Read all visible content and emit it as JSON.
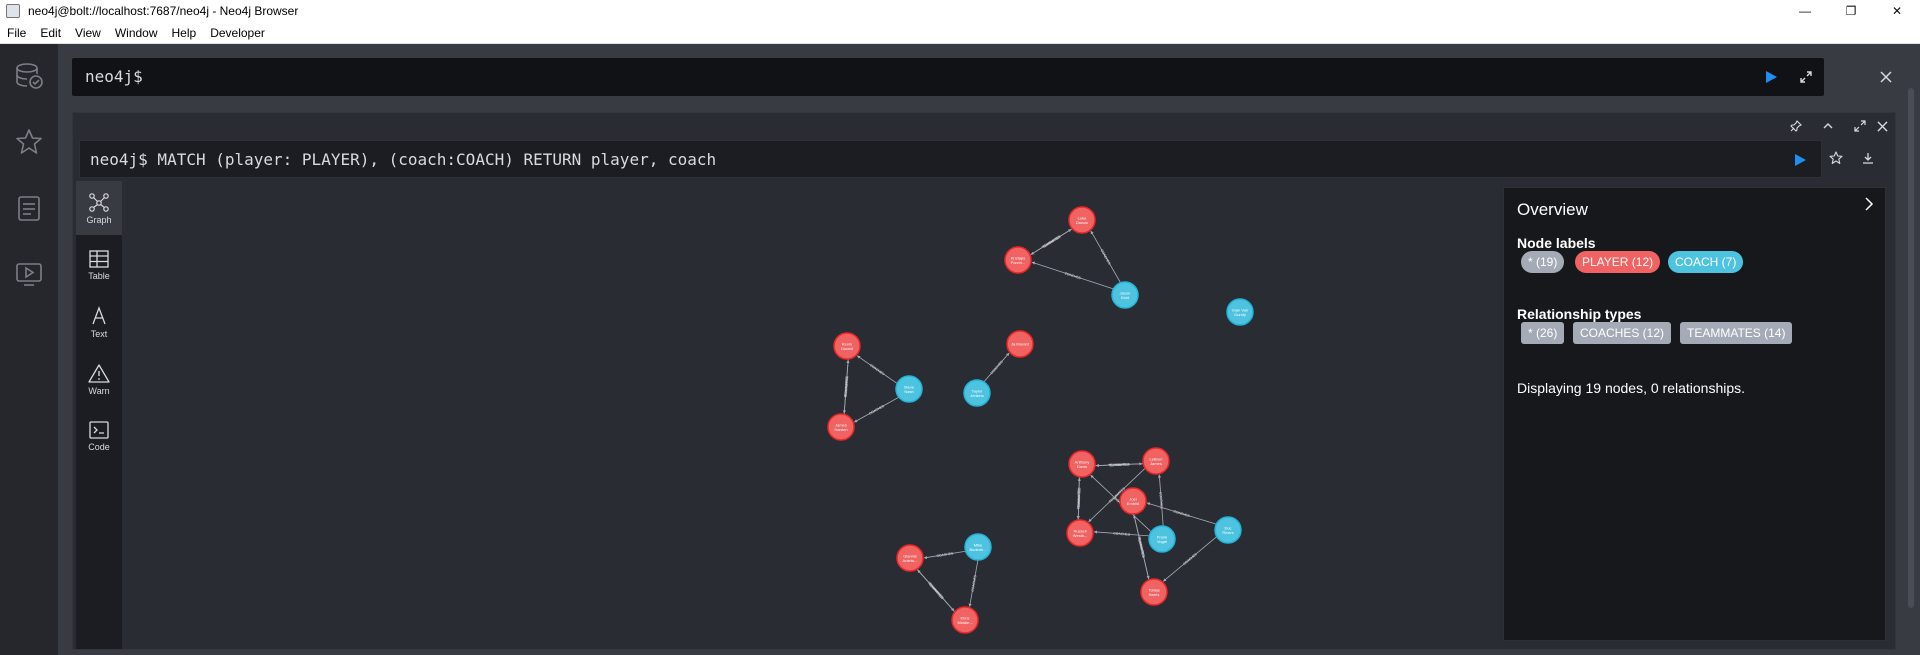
{
  "window": {
    "title": "neo4j@bolt://localhost:7687/neo4j - Neo4j Browser",
    "minimize": "—",
    "maximize": "❐",
    "close": "✕"
  },
  "menu": [
    "File",
    "Edit",
    "View",
    "Window",
    "Help",
    "Developer"
  ],
  "editor": {
    "prompt": "neo4j$"
  },
  "frame": {
    "command": "neo4j$ MATCH (player: PLAYER), (coach:COACH) RETURN player, coach"
  },
  "view_tabs": [
    {
      "label": "Graph",
      "icon": "graph-icon",
      "active": true
    },
    {
      "label": "Table",
      "icon": "table-icon",
      "active": false
    },
    {
      "label": "Text",
      "icon": "text-icon",
      "active": false
    },
    {
      "label": "Warn",
      "icon": "warning-icon",
      "active": false
    },
    {
      "label": "Code",
      "icon": "code-icon",
      "active": false
    }
  ],
  "colors": {
    "player": "#f06362",
    "coach": "#4ec3e0",
    "all_pill": "#a5abb6",
    "accent_blue": "#1d8ff0"
  },
  "graph": {
    "nodes": [
      {
        "id": "luke",
        "type": "PLAYER",
        "label": [
          "Luka",
          "Doncic"
        ]
      },
      {
        "id": "kristaps",
        "type": "PLAYER",
        "label": [
          "Kristaps",
          "Porzin..."
        ]
      },
      {
        "id": "jason",
        "type": "COACH",
        "label": [
          "Jason",
          "Kidd"
        ]
      },
      {
        "id": "gian",
        "type": "COACH",
        "label": [
          "Gian Van",
          "Gundy"
        ]
      },
      {
        "id": "kevin",
        "type": "PLAYER",
        "label": [
          "Kevin",
          "Durant"
        ]
      },
      {
        "id": "steve",
        "type": "COACH",
        "label": [
          "Steve",
          "Nash"
        ]
      },
      {
        "id": "james",
        "type": "PLAYER",
        "label": [
          "James",
          "Harden"
        ]
      },
      {
        "id": "ja",
        "type": "PLAYER",
        "label": [
          "Ja Morant"
        ]
      },
      {
        "id": "taylor",
        "type": "COACH",
        "label": [
          "Taylor",
          "Jenkins"
        ]
      },
      {
        "id": "anthony",
        "type": "PLAYER",
        "label": [
          "Anthony",
          "Davis"
        ]
      },
      {
        "id": "lebron",
        "type": "PLAYER",
        "label": [
          "LeBron",
          "James"
        ]
      },
      {
        "id": "joel",
        "type": "PLAYER",
        "label": [
          "Joel",
          "Embiid"
        ]
      },
      {
        "id": "russell",
        "type": "PLAYER",
        "label": [
          "Russell",
          "Westb..."
        ]
      },
      {
        "id": "frank",
        "type": "COACH",
        "label": [
          "Frank",
          "Vogel"
        ]
      },
      {
        "id": "doc",
        "type": "COACH",
        "label": [
          "Doc",
          "Rivers"
        ]
      },
      {
        "id": "tobias",
        "type": "PLAYER",
        "label": [
          "Tobias",
          "Harris"
        ]
      },
      {
        "id": "giannis",
        "type": "PLAYER",
        "label": [
          "Giannis",
          "Antetu..."
        ]
      },
      {
        "id": "mike",
        "type": "COACH",
        "label": [
          "Mike",
          "Budenh..."
        ]
      },
      {
        "id": "khris",
        "type": "PLAYER",
        "label": [
          "Khris",
          "Middle..."
        ]
      }
    ],
    "relationships": [
      {
        "from": "kristaps",
        "to": "luke",
        "type": "TEAMMATES"
      },
      {
        "from": "luke",
        "to": "kristaps",
        "type": "TEAMMATES"
      },
      {
        "from": "jason",
        "to": "luke",
        "type": "COACHES"
      },
      {
        "from": "jason",
        "to": "kristaps",
        "type": "COACHES"
      },
      {
        "from": "steve",
        "to": "kevin",
        "type": "COACHES"
      },
      {
        "from": "steve",
        "to": "james",
        "type": "COACHES"
      },
      {
        "from": "kevin",
        "to": "james",
        "type": "TEAMMATES"
      },
      {
        "from": "james",
        "to": "kevin",
        "type": "TEAMMATES"
      },
      {
        "from": "taylor",
        "to": "ja",
        "type": "COACHES"
      },
      {
        "from": "lebron",
        "to": "anthony",
        "type": "TEAMMATES"
      },
      {
        "from": "anthony",
        "to": "lebron",
        "type": "TEAMMATES"
      },
      {
        "from": "anthony",
        "to": "russell",
        "type": "TEAMMATES"
      },
      {
        "from": "russell",
        "to": "anthony",
        "type": "TEAMMATES"
      },
      {
        "from": "lebron",
        "to": "russell",
        "type": "TEAMMATES"
      },
      {
        "from": "frank",
        "to": "lebron",
        "type": "COACHES"
      },
      {
        "from": "frank",
        "to": "anthony",
        "type": "COACHES"
      },
      {
        "from": "frank",
        "to": "russell",
        "type": "COACHES"
      },
      {
        "from": "doc",
        "to": "joel",
        "type": "COACHES"
      },
      {
        "from": "doc",
        "to": "tobias",
        "type": "COACHES"
      },
      {
        "from": "joel",
        "to": "tobias",
        "type": "TEAMMATES"
      },
      {
        "from": "tobias",
        "to": "joel",
        "type": "TEAMMATES"
      },
      {
        "from": "mike",
        "to": "giannis",
        "type": "COACHES"
      },
      {
        "from": "mike",
        "to": "khris",
        "type": "COACHES"
      },
      {
        "from": "giannis",
        "to": "khris",
        "type": "TEAMMATES"
      },
      {
        "from": "khris",
        "to": "giannis",
        "type": "TEAMMATES"
      }
    ]
  },
  "overview": {
    "title": "Overview",
    "node_labels_title": "Node labels",
    "node_labels": [
      {
        "text": "* (19)",
        "color": "#a5abb6"
      },
      {
        "text": "PLAYER (12)",
        "color": "#f06362"
      },
      {
        "text": "COACH (7)",
        "color": "#4ec3e0"
      }
    ],
    "rel_types_title": "Relationship types",
    "rel_types": [
      {
        "text": "* (26)"
      },
      {
        "text": "COACHES (12)"
      },
      {
        "text": "TEAMMATES (14)"
      }
    ],
    "summary": "Displaying 19 nodes, 0 relationships."
  }
}
